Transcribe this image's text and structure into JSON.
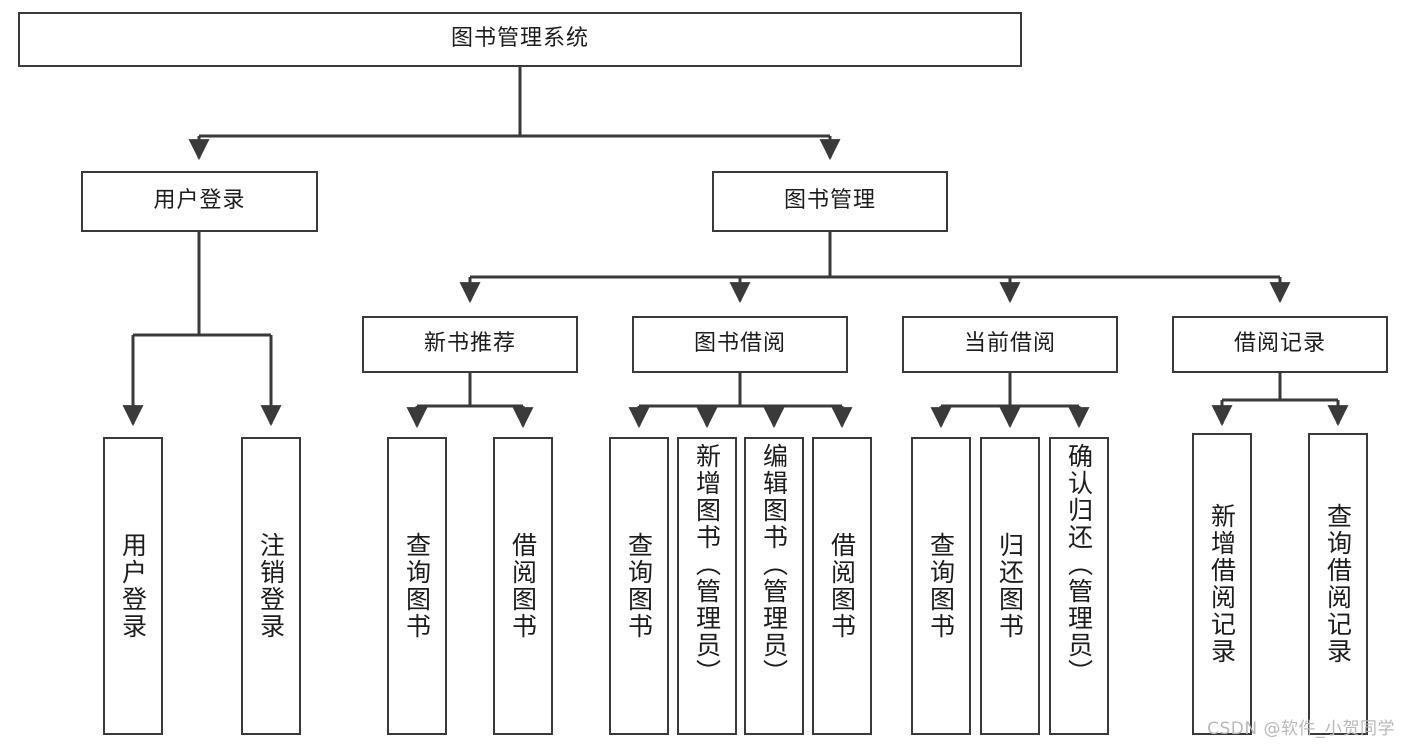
{
  "diagram": {
    "title": "图书管理系统",
    "type": "hierarchy-tree",
    "root": {
      "label": "图书管理系统"
    },
    "level2": [
      {
        "label": "用户登录"
      },
      {
        "label": "图书管理"
      }
    ],
    "level3": [
      {
        "label": "新书推荐"
      },
      {
        "label": "图书借阅"
      },
      {
        "label": "当前借阅"
      },
      {
        "label": "借阅记录"
      }
    ],
    "leaves": {
      "user_login": [
        {
          "label": "用户登录"
        },
        {
          "label": "注销登录"
        }
      ],
      "new_book_recommend": [
        {
          "label": "查询图书"
        },
        {
          "label": "借阅图书"
        }
      ],
      "book_borrow": [
        {
          "label": "查询图书"
        },
        {
          "label": "新增图书（管理员）"
        },
        {
          "label": "编辑图书（管理员）"
        },
        {
          "label": "借阅图书"
        }
      ],
      "current_borrow": [
        {
          "label": "查询图书"
        },
        {
          "label": "归还图书"
        },
        {
          "label": "确认归还（管理员）"
        }
      ],
      "borrow_records": [
        {
          "label": "新增借阅记录"
        },
        {
          "label": "查询借阅记录"
        }
      ]
    }
  },
  "watermark": {
    "text": "CSDN @软件_小贺同学"
  },
  "colors": {
    "stroke": "#3a3a3a",
    "fill": "#ffffff",
    "text": "#1c1c1c",
    "watermark": "#b9b9b9"
  }
}
